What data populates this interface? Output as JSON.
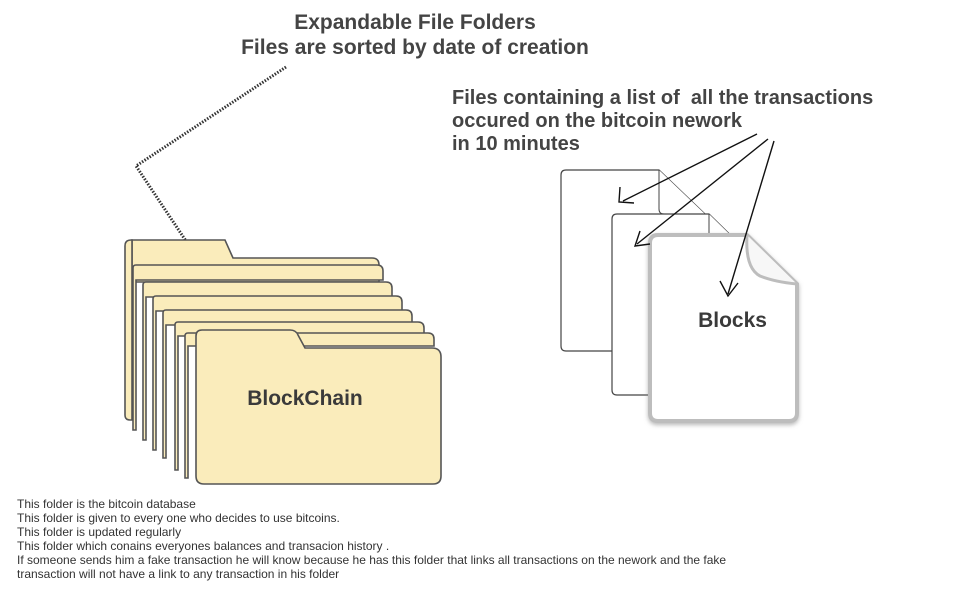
{
  "header": {
    "title_line1": "Expandable File Folders",
    "title_line2": "Files are sorted by date of creation"
  },
  "files_caption": {
    "line1": "Files containing a list of  all the transactions",
    "line2": "occured on the bitcoin nework",
    "line3": "in 10 minutes"
  },
  "folders": {
    "label": "BlockChain",
    "color": "#faecbb",
    "stroke": "#555555"
  },
  "blocks": {
    "label": "Blocks"
  },
  "notes": [
    "This folder is the bitcoin database",
    "This folder is given to every one who decides to use bitcoins.",
    "This folder is updated regularly",
    "This folder which conains everyones balances and transacion history .",
    "If someone sends him a fake transaction he will know because he has this folder that links all transactions on the nework and the fake",
    "transaction will not have a link to any transaction in his folder"
  ]
}
